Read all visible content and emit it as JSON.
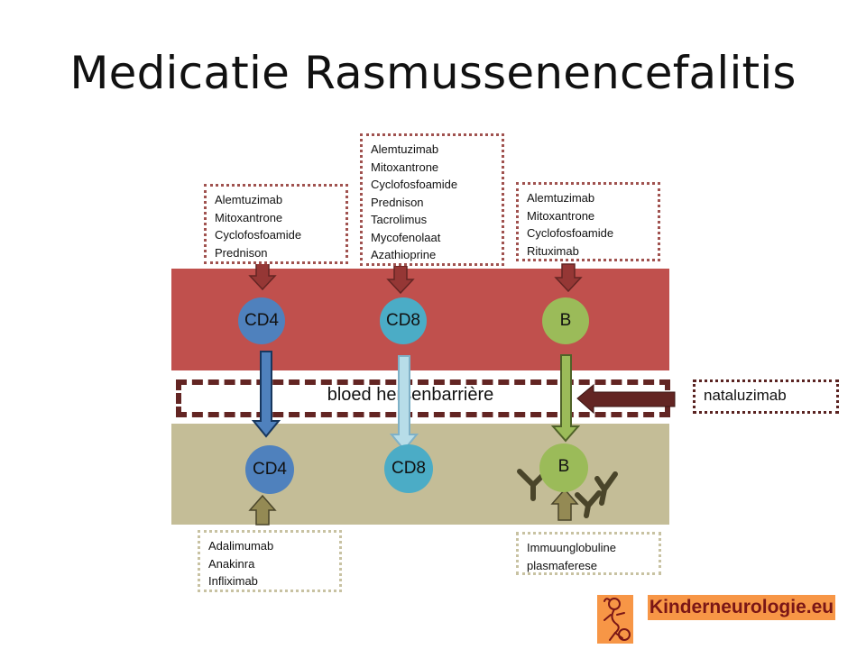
{
  "title": "Medicatie Rasmussenencefalitis",
  "barrier_label": "bloed hersenbarrière",
  "cells": {
    "cd4_blood": "CD4",
    "cd8_blood": "CD8",
    "b_blood": "B",
    "cd4_brain": "CD4",
    "cd8_brain": "CD8",
    "b_brain": "B"
  },
  "drug_boxes": {
    "cd4_blood": [
      "Alemtuzimab",
      "Mitoxantrone",
      "Cyclofosfoamide",
      "Prednison"
    ],
    "cd8_blood": [
      "Alemtuzimab",
      "Mitoxantrone",
      "Cyclofosfoamide",
      "Prednison",
      "Tacrolimus",
      "Mycofenolaat",
      "Azathioprine"
    ],
    "b_blood": [
      "Alemtuzimab",
      "Mitoxantrone",
      "Cyclofosfoamide",
      "Rituximab"
    ],
    "cd4_brain": [
      "Adalimumab",
      "Anakinra",
      "Infliximab"
    ],
    "b_brain": [
      "Immuunglobuline",
      "plasmaferese"
    ]
  },
  "barrier_drug": "nataluzimab",
  "logo": {
    "text": "Kinderneurologie.eu",
    "icon": "child-figure-logo-icon"
  },
  "colors": {
    "blood": "#c0504d",
    "brain": "#c4bd97",
    "barrier": "#632523",
    "cd4": "#4f81bd",
    "cd8": "#4bacc6",
    "b_cell": "#9bbb59",
    "logo": "#f79646"
  }
}
